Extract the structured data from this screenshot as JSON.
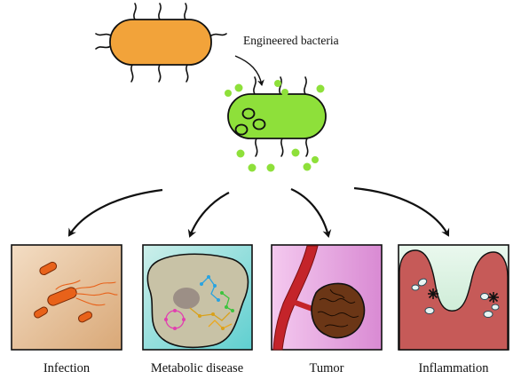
{
  "source_label": "Engineered bacteria",
  "applications": [
    {
      "label": "Infection"
    },
    {
      "label": "Metabolic disease"
    },
    {
      "label": "Tumor"
    },
    {
      "label": "Inflammation"
    }
  ],
  "colors": {
    "wild_bacterium": "#F2A33A",
    "engineered_bacterium": "#8EE03A",
    "secreted_molecules": "#8EE03A",
    "infection_panel": "#E6C29A",
    "metabolic_panel": "#7FD9D5",
    "tumor_panel": "#E79BE0",
    "inflammation_panel": "#CFEFD8",
    "tissue": "#C65A58"
  }
}
